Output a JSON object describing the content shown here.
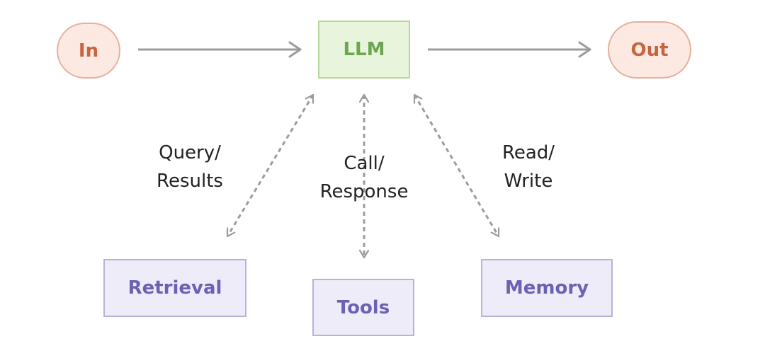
{
  "colors": {
    "terminal_fill": "#fbe9e2",
    "terminal_border": "#e6b09c",
    "terminal_text": "#c8643f",
    "llm_fill": "#e9f4dd",
    "llm_border": "#b5d89a",
    "llm_text": "#6aa84f",
    "component_fill": "#eeecf8",
    "component_border": "#b7b2db",
    "component_text": "#6b62b4",
    "arrow": "#9c9c9c",
    "label_text": "#222222"
  },
  "nodes": {
    "input": "In",
    "llm": "LLM",
    "output": "Out",
    "retrieval": "Retrieval",
    "tools": "Tools",
    "memory": "Memory"
  },
  "edge_labels": {
    "retrieval": {
      "line1": "Query/",
      "line2": "Results"
    },
    "tools": {
      "line1": "Call/",
      "line2": "Response"
    },
    "memory": {
      "line1": "Read/",
      "line2": "Write"
    }
  }
}
